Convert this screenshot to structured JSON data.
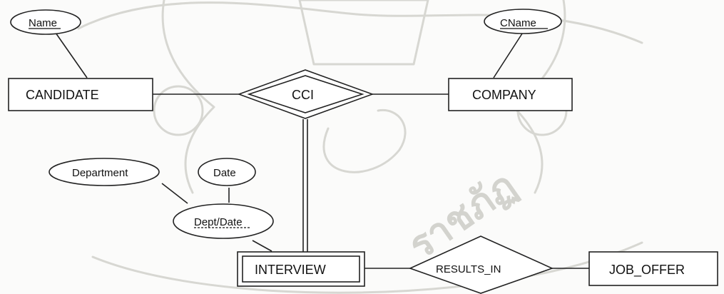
{
  "diagram": {
    "entities": {
      "candidate": "CANDIDATE",
      "company": "COMPANY",
      "interview": "INTERVIEW",
      "job_offer": "JOB_OFFER"
    },
    "relationships": {
      "cci": "CCI",
      "results_in": "RESULTS_IN"
    },
    "attributes": {
      "name": "Name",
      "cname": "CName",
      "department": "Department",
      "date": "Date",
      "dept_date": "Dept/Date"
    },
    "watermark_text": "ราชภัฏ"
  }
}
